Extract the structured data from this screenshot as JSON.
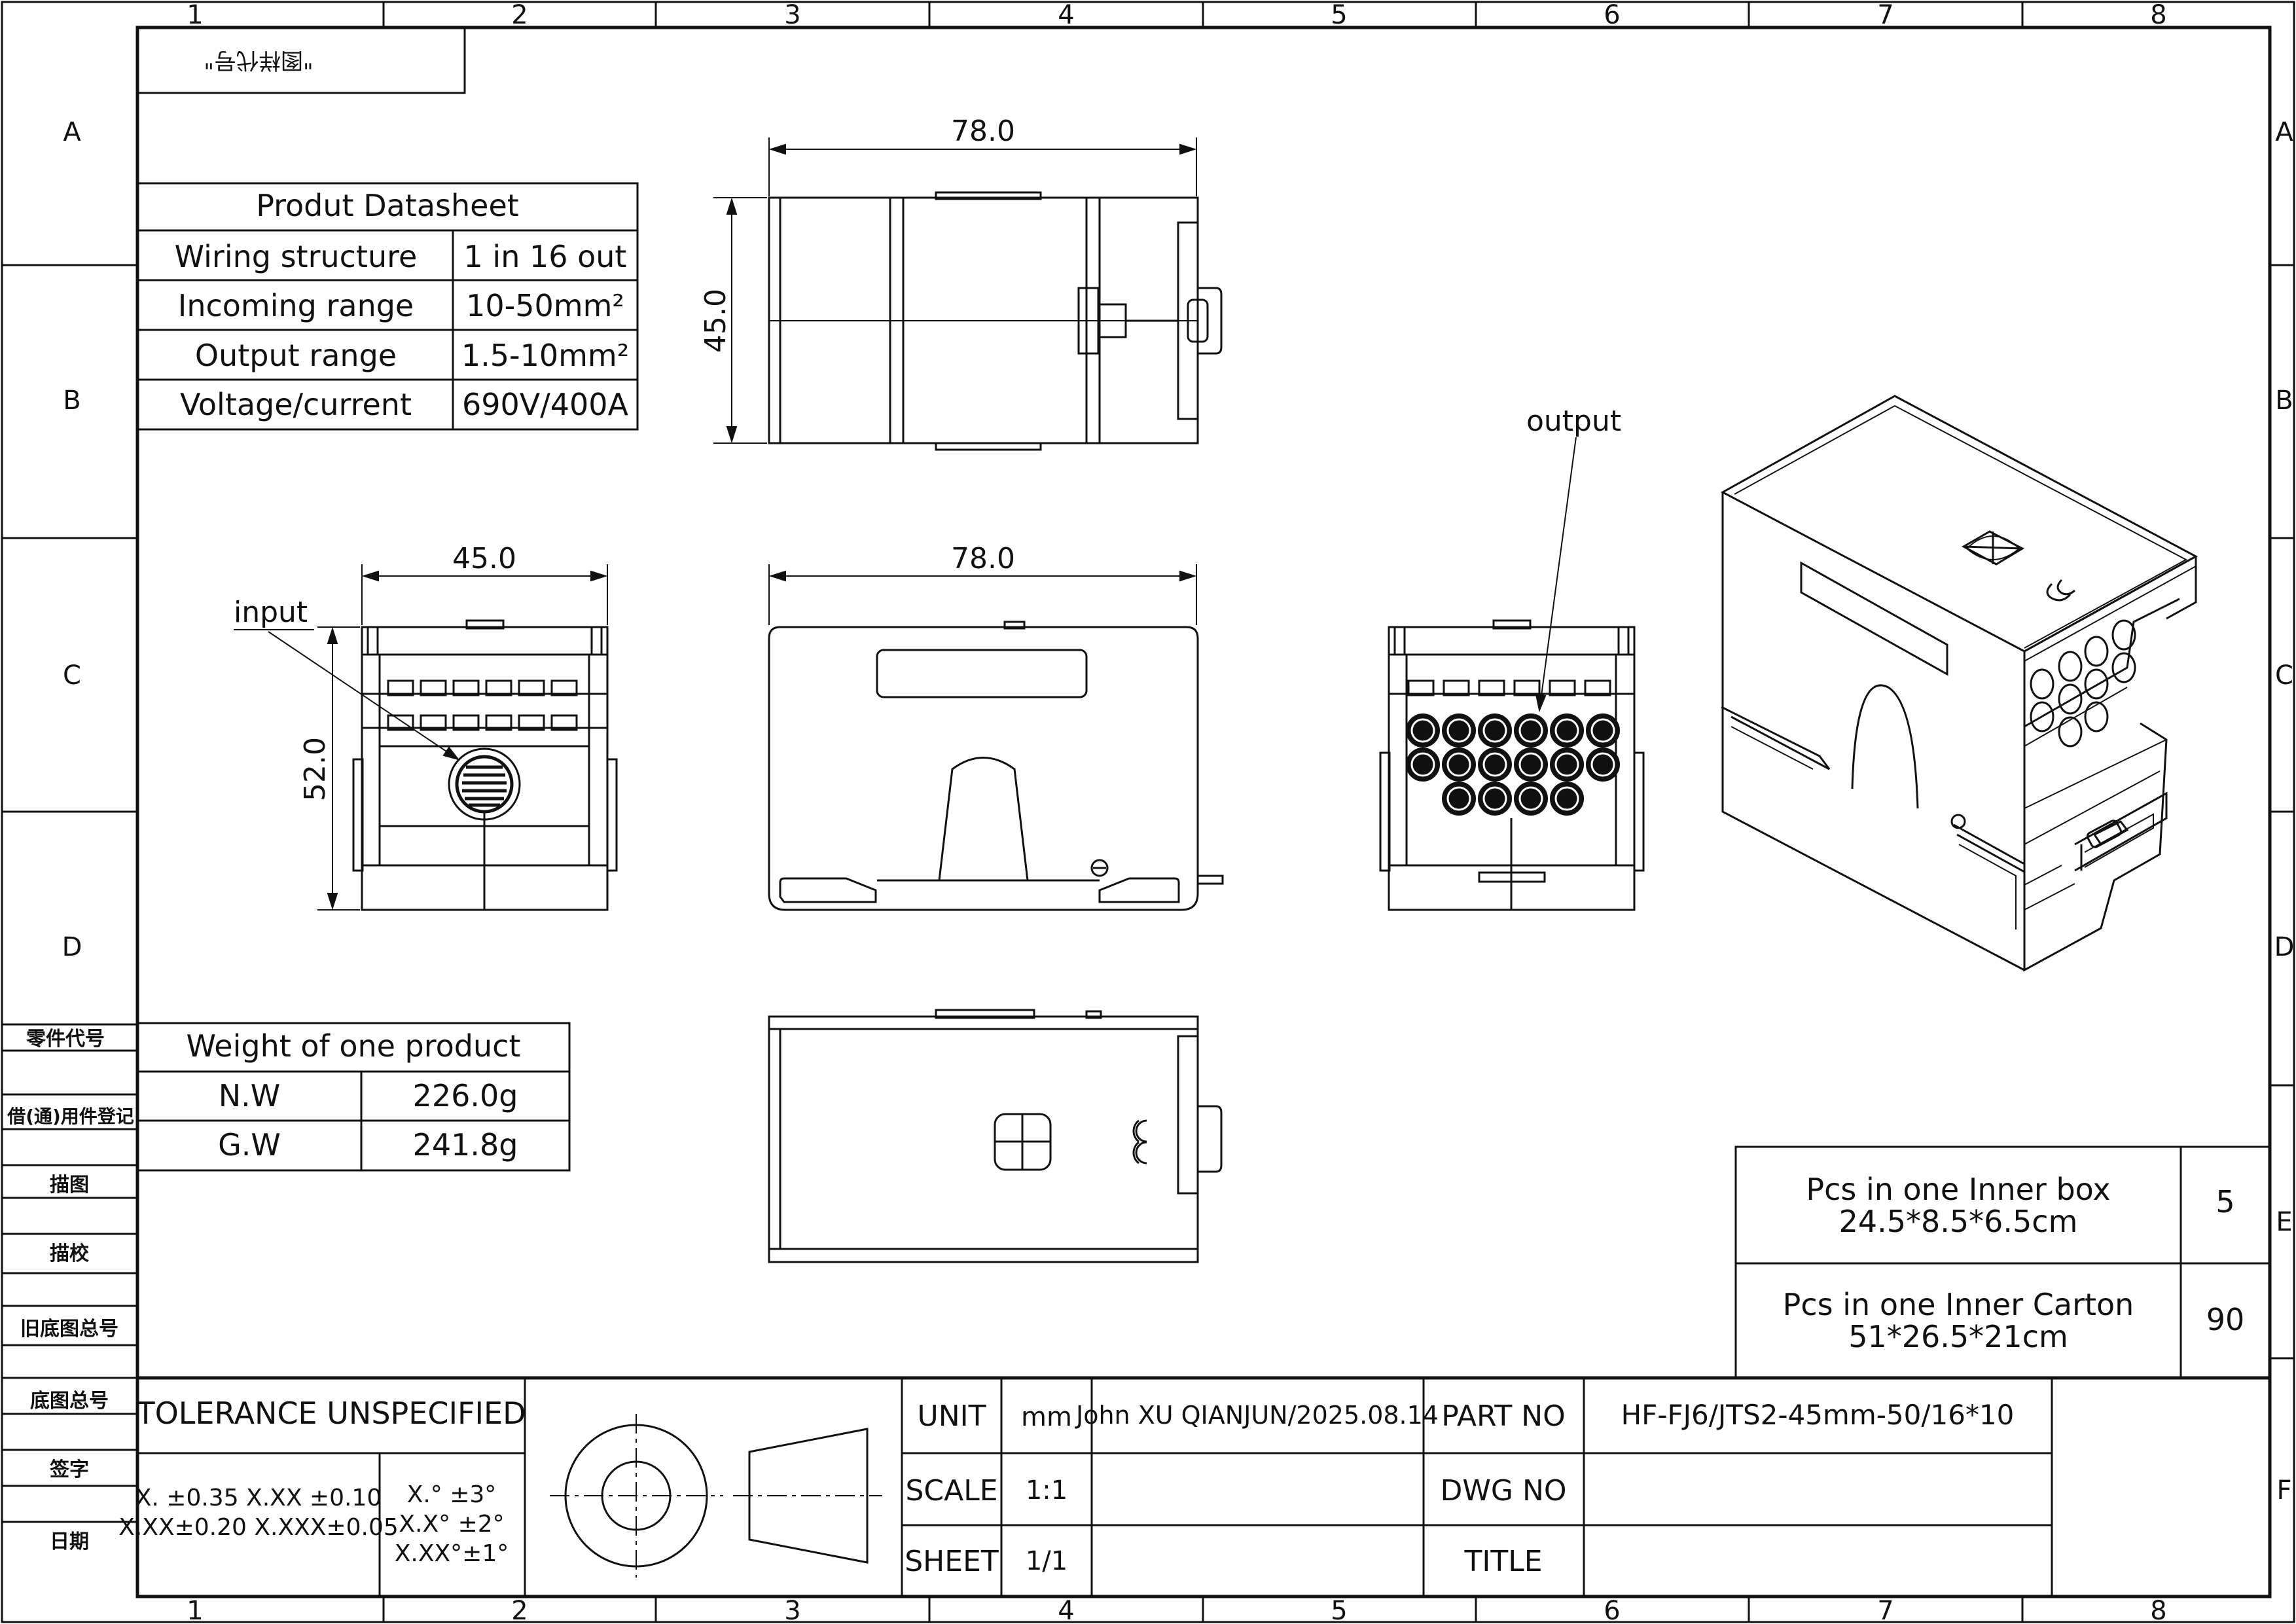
{
  "logo_stamp": "\"图样代号\"",
  "zone_columns": [
    "1",
    "2",
    "3",
    "4",
    "5",
    "6",
    "7",
    "8"
  ],
  "zone_rows": [
    "A",
    "B",
    "C",
    "D",
    "E",
    "F"
  ],
  "left_strip": [
    "零件代号",
    "借(通)用件登记",
    "描图",
    "描校",
    "旧底图总号",
    "底图总号",
    "签字",
    "日期"
  ],
  "datasheet": {
    "title": "Produt Datasheet",
    "rows": [
      {
        "label": "Wiring structure",
        "value": "1 in 16 out"
      },
      {
        "label": "Incoming range",
        "value": "10-50mm²"
      },
      {
        "label": "Output range",
        "value": "1.5-10mm²"
      },
      {
        "label": "Voltage/current",
        "value": "690V/400A"
      }
    ]
  },
  "weight": {
    "title": "Weight of one product",
    "rows": [
      {
        "label": "N.W",
        "value": "226.0g"
      },
      {
        "label": "G.W",
        "value": "241.8g"
      }
    ]
  },
  "dimensions": {
    "top_width": "78.0",
    "top_height": "45.0",
    "side_width": "45.0",
    "side_height": "52.0",
    "front_width": "78.0"
  },
  "callouts": {
    "input": "input",
    "output": "output"
  },
  "packing": [
    {
      "line1": "Pcs in one Inner box",
      "line2": "24.5*8.5*6.5cm",
      "qty": "5"
    },
    {
      "line1": "Pcs in one Inner Carton",
      "line2": "51*26.5*21cm",
      "qty": "90"
    }
  ],
  "title_block": {
    "tolerance_title": "TOLERANCE UNSPECIFIED",
    "tol_linear_1": "X. ±0.35  X.XX  ±0.10",
    "tol_linear_2": "X.XX±0.20  X.XXX±0.05",
    "tol_angle_1": "X.° ±3°",
    "tol_angle_2": "X.X° ±2°",
    "tol_angle_3": "X.XX°±1°",
    "unit_label": "UNIT",
    "unit_value": "mm",
    "scale_label": "SCALE",
    "scale_value": "1:1",
    "sheet_label": "SHEET",
    "sheet_value": "1/1",
    "author": "John  XU QIANJUN/2025.08.14",
    "part_no_label": "PART NO",
    "part_no_value": "HF-FJ6/JTS2-45mm-50/16*10",
    "dwg_no_label": "DWG NO",
    "title_label": "TITLE"
  }
}
